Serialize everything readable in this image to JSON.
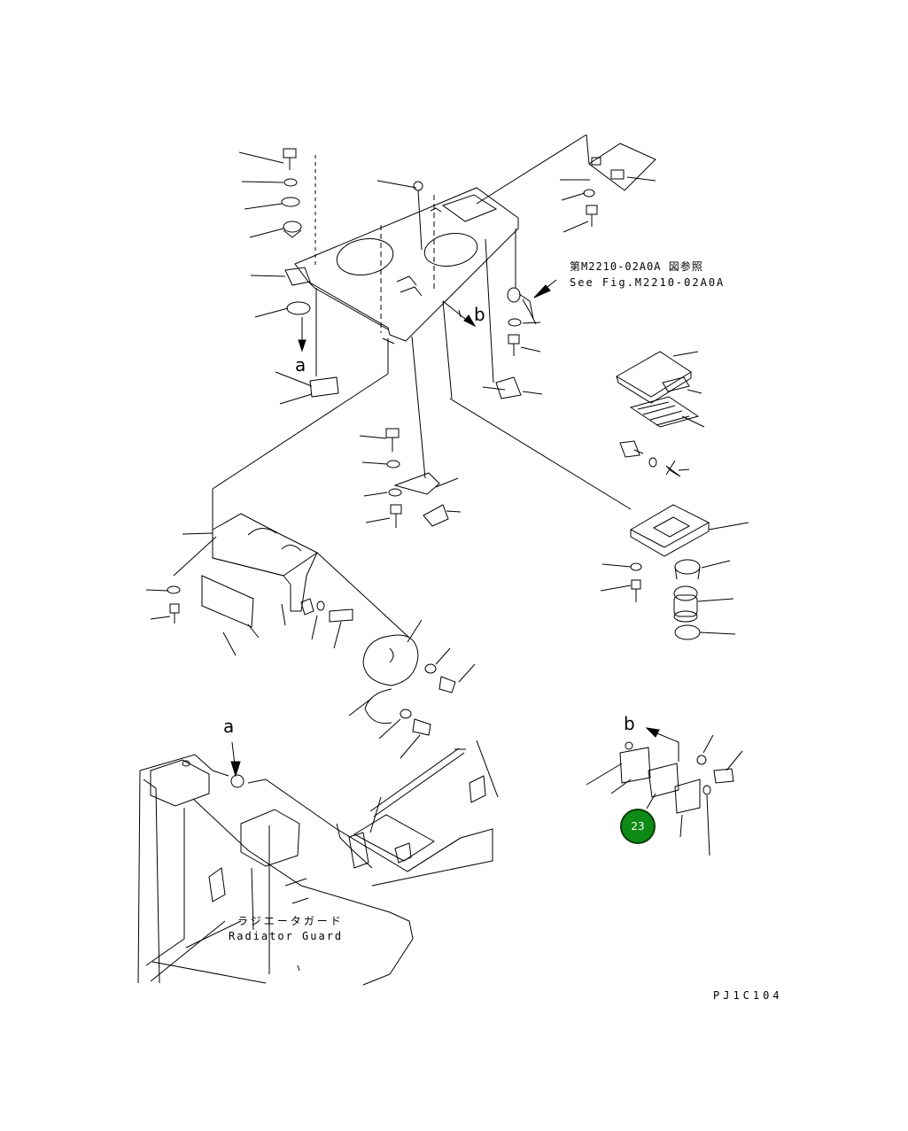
{
  "reference": {
    "japanese": "第M2210-02A0A 図参照",
    "english": "See Fig.M2210-02A0A"
  },
  "radiator_guard": {
    "japanese": "ラジエータガード",
    "english": "Radiator Guard"
  },
  "view_letters": {
    "a_top": "a",
    "b_top": "b",
    "a_bottom": "a",
    "b_bottom": "b"
  },
  "callout": {
    "number": "23",
    "color": "#0e8a16"
  },
  "drawing_code": "PJ1C104"
}
